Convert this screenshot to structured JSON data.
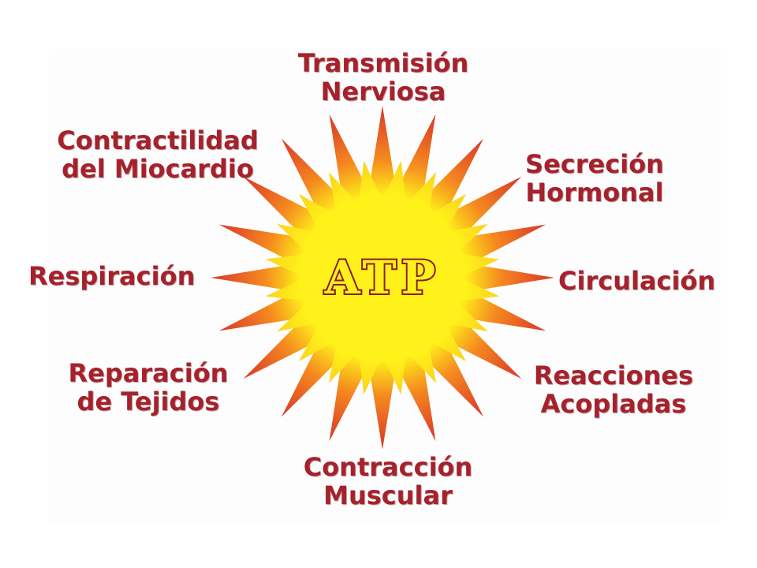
{
  "center": {
    "label": "ATP"
  },
  "functions": [
    {
      "id": "top",
      "lines": [
        "Transmisión",
        "Nerviosa"
      ]
    },
    {
      "id": "top-right",
      "lines": [
        "Secreción",
        "Hormonal"
      ]
    },
    {
      "id": "right",
      "lines": [
        "Circulación"
      ]
    },
    {
      "id": "bottom-right",
      "lines": [
        "Reacciones",
        "Acopladas"
      ]
    },
    {
      "id": "bottom",
      "lines": [
        "Contracción",
        "Muscular"
      ]
    },
    {
      "id": "bottom-left",
      "lines": [
        "Reparación",
        "de Tejidos"
      ]
    },
    {
      "id": "left",
      "lines": [
        "Respiración"
      ]
    },
    {
      "id": "top-left",
      "lines": [
        "Contractilidad",
        "del Miocardio"
      ]
    }
  ],
  "colors": {
    "label_text": "#a5222d",
    "burst_outer": "#d4262c",
    "burst_mid": "#f58a1f",
    "burst_core": "#fff21a",
    "atp_fill": "#fff21a",
    "atp_stroke": "#8a1c22"
  }
}
